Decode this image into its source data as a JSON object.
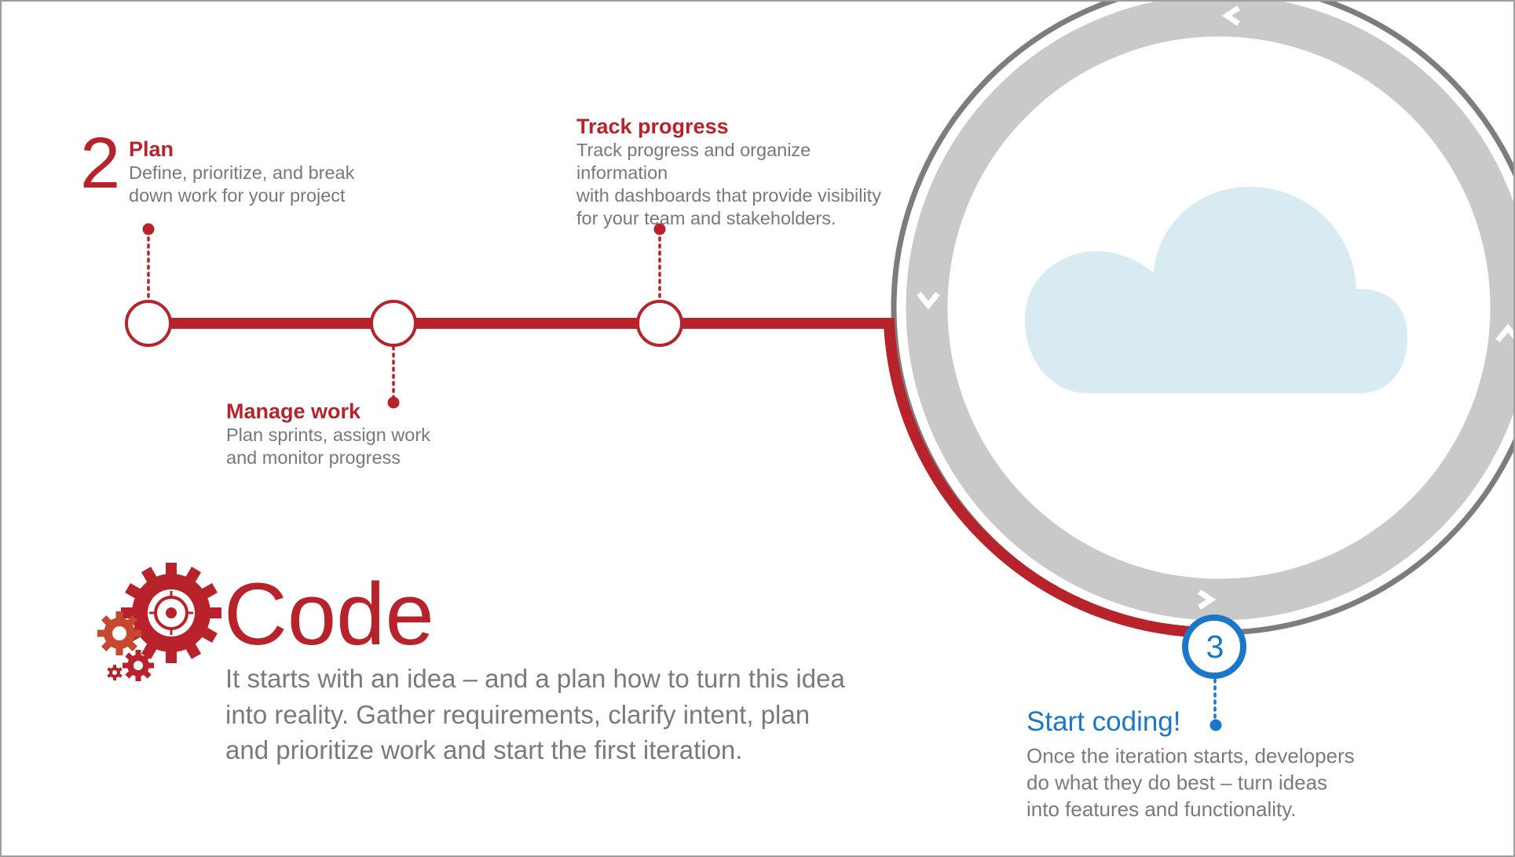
{
  "steps": {
    "plan": {
      "number": "2",
      "title": "Plan",
      "lines": [
        "Define, prioritize, and break",
        "down work for your project"
      ]
    },
    "manage_work": {
      "title": "Manage work",
      "lines": [
        "Plan sprints, assign work",
        "and monitor progress"
      ]
    },
    "track_progress": {
      "title": "Track progress",
      "lines": [
        "Track progress and organize information",
        "with dashboards that provide visibility",
        "for your team and stakeholders."
      ]
    },
    "start_coding": {
      "number": "3",
      "title": "Start coding!",
      "lines": [
        "Once the iteration starts, developers",
        "do what they do best – turn ideas",
        "into features and functionality."
      ]
    }
  },
  "section": {
    "heading": "Code",
    "lines": [
      "It starts with an idea – and a plan how to turn this idea",
      "into reality. Gather requirements, clarify intent, plan",
      "and prioritize work and start the first iteration."
    ]
  },
  "icons": {
    "gears": "gears-icon",
    "cloud": "cloud-icon"
  },
  "colors": {
    "accent_red": "#b8222a",
    "accent_blue": "#1a77c9",
    "body_gray": "#787878",
    "ring_gray": "#c9c9c9",
    "outer_ring_gray": "#7d7d7d",
    "cloud_fill": "#d8ebf3",
    "frame_border": "#9e9e9e"
  }
}
